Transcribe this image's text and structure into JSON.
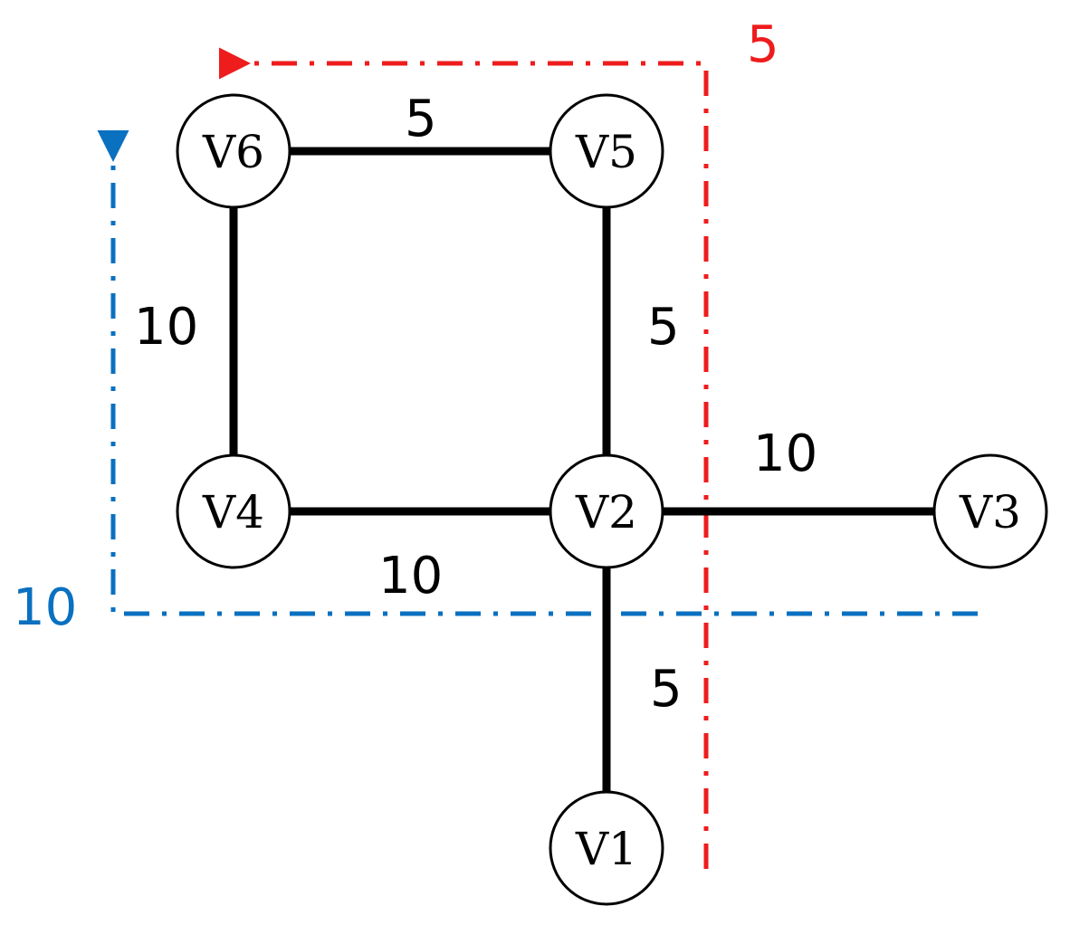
{
  "colors": {
    "edge": "#000000",
    "node_fill": "#ffffff",
    "red_cut": "#ee1c1c",
    "blue_cut": "#0a70c0"
  },
  "nodes": {
    "v1": "V1",
    "v2": "V2",
    "v3": "V3",
    "v4": "V4",
    "v5": "V5",
    "v6": "V6"
  },
  "edges": {
    "v6_v5": "5",
    "v6_v4": "10",
    "v5_v2": "5",
    "v4_v2": "10",
    "v2_v3": "10",
    "v2_v1": "5"
  },
  "cuts": {
    "red": "5",
    "blue": "10"
  }
}
